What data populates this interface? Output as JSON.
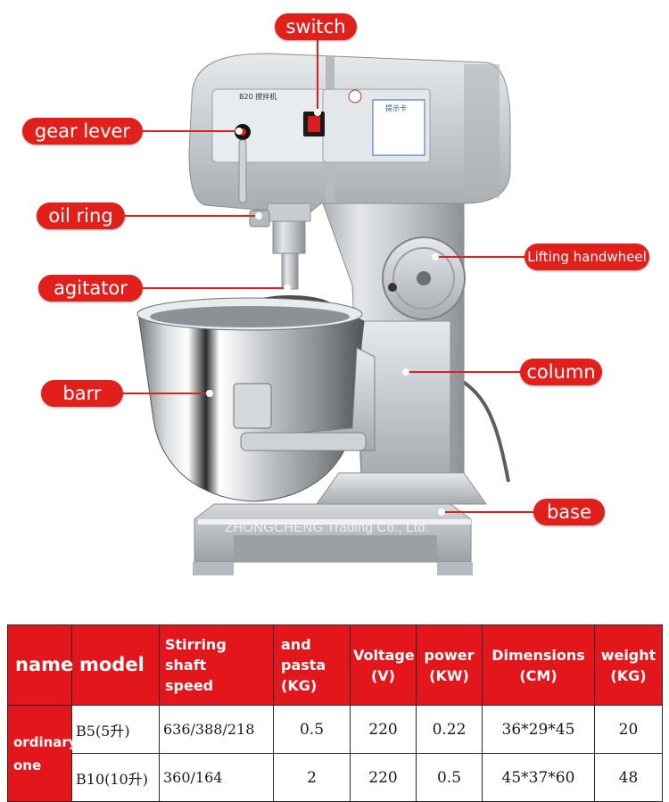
{
  "callouts": {
    "switch": "switch",
    "gear_lever": "gear lever",
    "oil_ring": "oil ring",
    "agitator": "agitator",
    "barr": "barr",
    "lifting_handwheel": "Lifting handwheel",
    "column": "column",
    "base": "base"
  },
  "machine": {
    "model_plate": "B20 搅拌机",
    "panel_card": "提示卡"
  },
  "watermark": "ZHONGCHENG Trading Co., Ltd.",
  "table": {
    "headers": {
      "name": "name",
      "model": "model",
      "stirring_1": "Stirring shaft",
      "stirring_2": "speed",
      "pasta_1": "and",
      "pasta_2": "pasta",
      "pasta_3": "(KG)",
      "voltage_1": "Voltage",
      "voltage_2": "(V)",
      "power_1": "power",
      "power_2": "(KW)",
      "dims_1": "Dimensions",
      "dims_2": "(CM)",
      "weight_1": "weight",
      "weight_2": "(KG)"
    },
    "group_1": "ordinary",
    "group_2": "one",
    "rows": [
      {
        "model": "B5(5升)",
        "speed": "636/388/218",
        "pasta": "0.5",
        "voltage": "220",
        "power": "0.22",
        "dims": "36*29*45",
        "weight": "20"
      },
      {
        "model": "B10(10升)",
        "speed": "360/164",
        "pasta": "2",
        "voltage": "220",
        "power": "0.5",
        "dims": "45*37*60",
        "weight": "48"
      }
    ]
  },
  "colors": {
    "accent_red": "#e1201b",
    "metal": "#c8ccd0"
  }
}
